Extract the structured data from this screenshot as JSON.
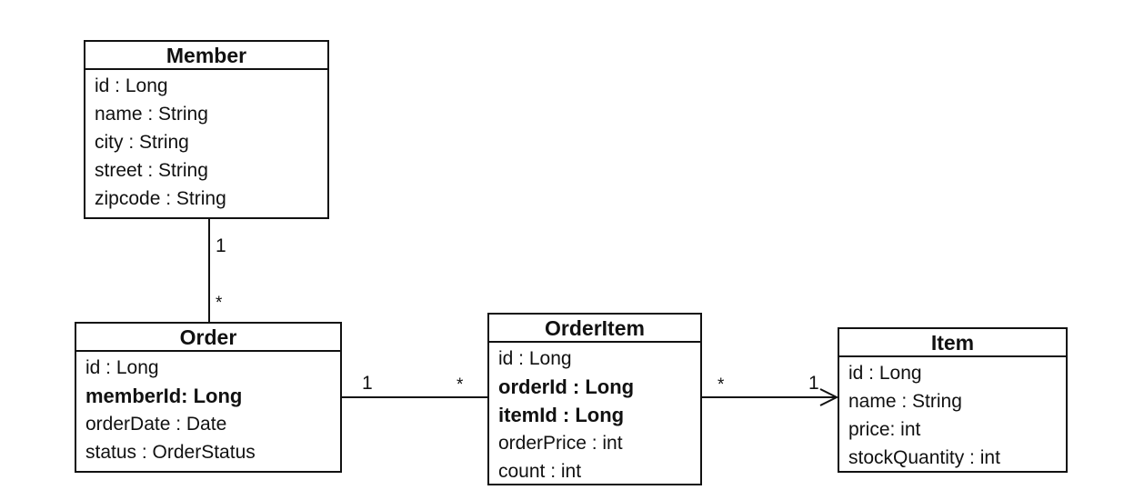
{
  "entities": {
    "member": {
      "name": "Member",
      "attributes": [
        {
          "text": "id : Long",
          "bold": false
        },
        {
          "text": "name : String",
          "bold": false
        },
        {
          "text": "city : String",
          "bold": false
        },
        {
          "text": "street : String",
          "bold": false
        },
        {
          "text": "zipcode : String",
          "bold": false
        }
      ]
    },
    "order": {
      "name": "Order",
      "attributes": [
        {
          "text": "id : Long",
          "bold": false
        },
        {
          "text": "memberId: Long",
          "bold": true
        },
        {
          "text": "orderDate : Date",
          "bold": false
        },
        {
          "text": "status : OrderStatus",
          "bold": false
        }
      ]
    },
    "order_item": {
      "name": "OrderItem",
      "attributes": [
        {
          "text": "id : Long",
          "bold": false
        },
        {
          "text": "orderId : Long",
          "bold": true
        },
        {
          "text": "itemId : Long",
          "bold": true
        },
        {
          "text": "orderPrice : int",
          "bold": false
        },
        {
          "text": "count : int",
          "bold": false
        }
      ]
    },
    "item": {
      "name": "Item",
      "attributes": [
        {
          "text": "id : Long",
          "bold": false
        },
        {
          "text": "name : String",
          "bold": false
        },
        {
          "text": "price: int",
          "bold": false
        },
        {
          "text": "stockQuantity : int",
          "bold": false
        }
      ]
    }
  },
  "relationships": {
    "member_order": {
      "source_multiplicity": "1",
      "target_multiplicity": "*"
    },
    "order_orderitem": {
      "source_multiplicity": "1",
      "target_multiplicity": "*"
    },
    "orderitem_item": {
      "source_multiplicity": "*",
      "target_multiplicity": "1",
      "directed": true
    }
  },
  "colors": {
    "line": "#111111",
    "box_fill": "#ffffff"
  }
}
